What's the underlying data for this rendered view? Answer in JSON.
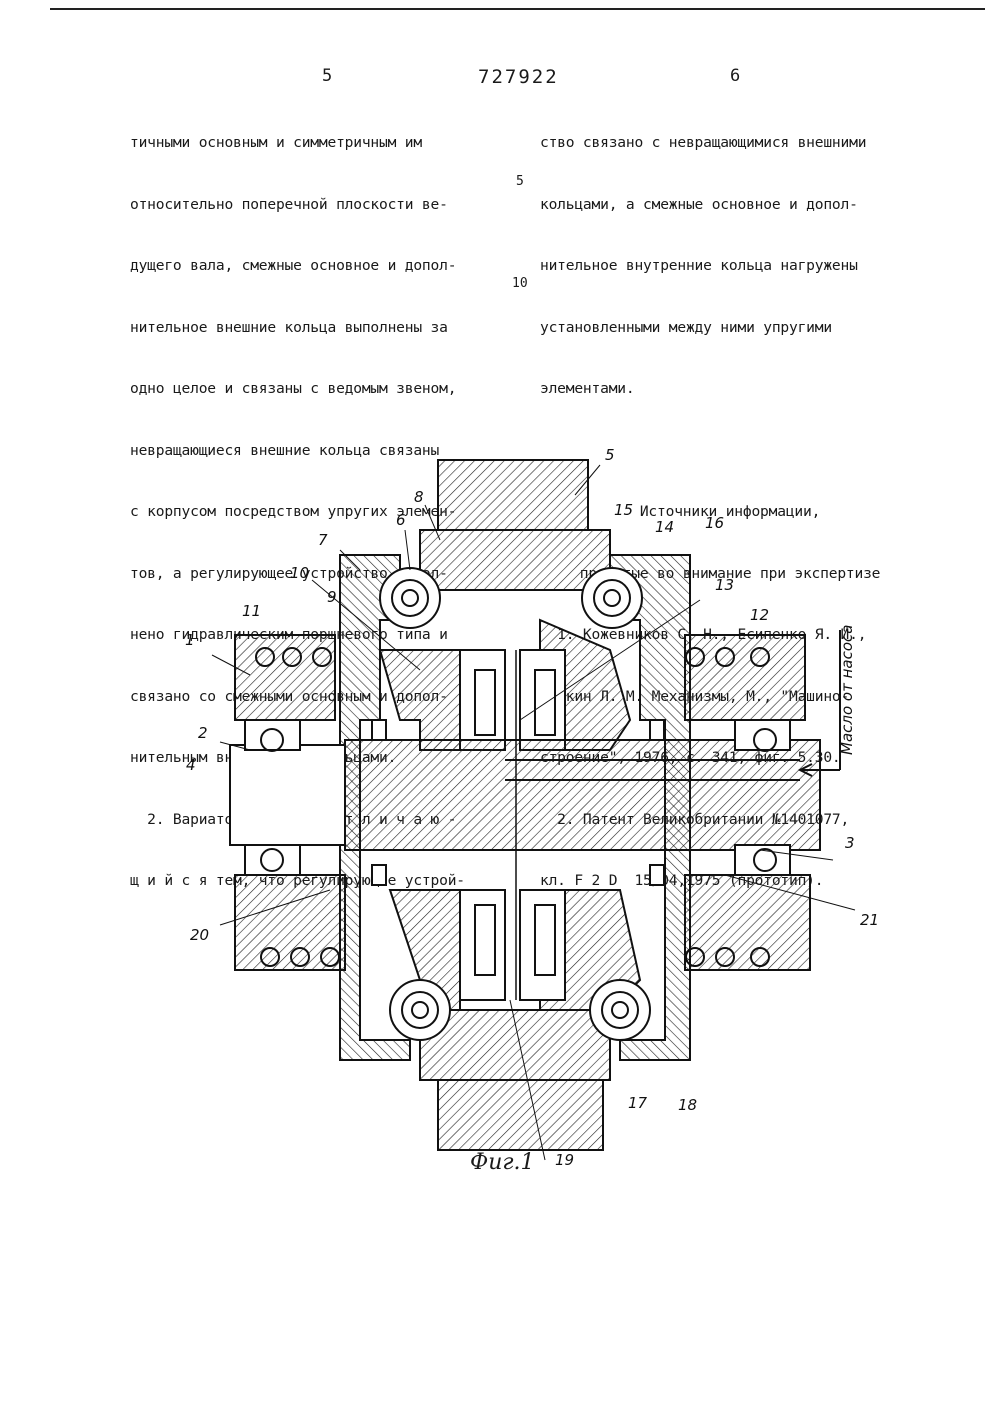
{
  "header": {
    "page_left": "5",
    "patent_number": "727922",
    "page_right": "6"
  },
  "left_column": [
    "тичными основным и симметричным им",
    "относительно поперечной плоскости ве-",
    "дущего вала, смежные основное и допол-",
    "нительное внешние кольца выполнены за",
    "одно целое и связаны с ведомым звеном,",
    "невращающиеся внешние кольца связаны",
    "с корпусом посредством упругих элемен-",
    "тов, а регулирующее устройство выпол-",
    "нено гидравлическим поршневого типа и",
    "связано со смежными основным и допол-",
    "нительным внутренними кольцами.",
    "  2. Вариатор по п. 1, о т л и ч а ю -",
    "щ и й с я тем, что регулирующее устрой-"
  ],
  "right_column_top": [
    "ство связано с невращающимися внешними",
    "кольцами, а смежные основное и допол-",
    "нительное внутренние кольца нагружены",
    "установленными между ними упругими",
    "элементами."
  ],
  "sources": {
    "title_line1": "Источники информации,",
    "title_line2": "принятые во внимание при экспертизе",
    "refs": [
      "  1. Кожевников С. Н., Есипенко Я. И.,",
      "Раскин Л. М. Механизмы, М., \"Машино-",
      "строение\", 1976, с. 341, фиг. 5.30.",
      "  2. Патент Великобритании №1401077,",
      "кл. F 2 D  15/04,1975 (прототип)."
    ]
  },
  "line_numbers": {
    "n5": "5",
    "n10": "10"
  },
  "drawing": {
    "labels": [
      "1",
      "2",
      "3",
      "4",
      "5",
      "6",
      "7",
      "8",
      "9",
      "10",
      "11",
      "12",
      "13",
      "14",
      "15",
      "16",
      "17",
      "18",
      "19",
      "20",
      "21"
    ],
    "oil_label": "Масло от насоса",
    "caption": "Фиг.1"
  }
}
